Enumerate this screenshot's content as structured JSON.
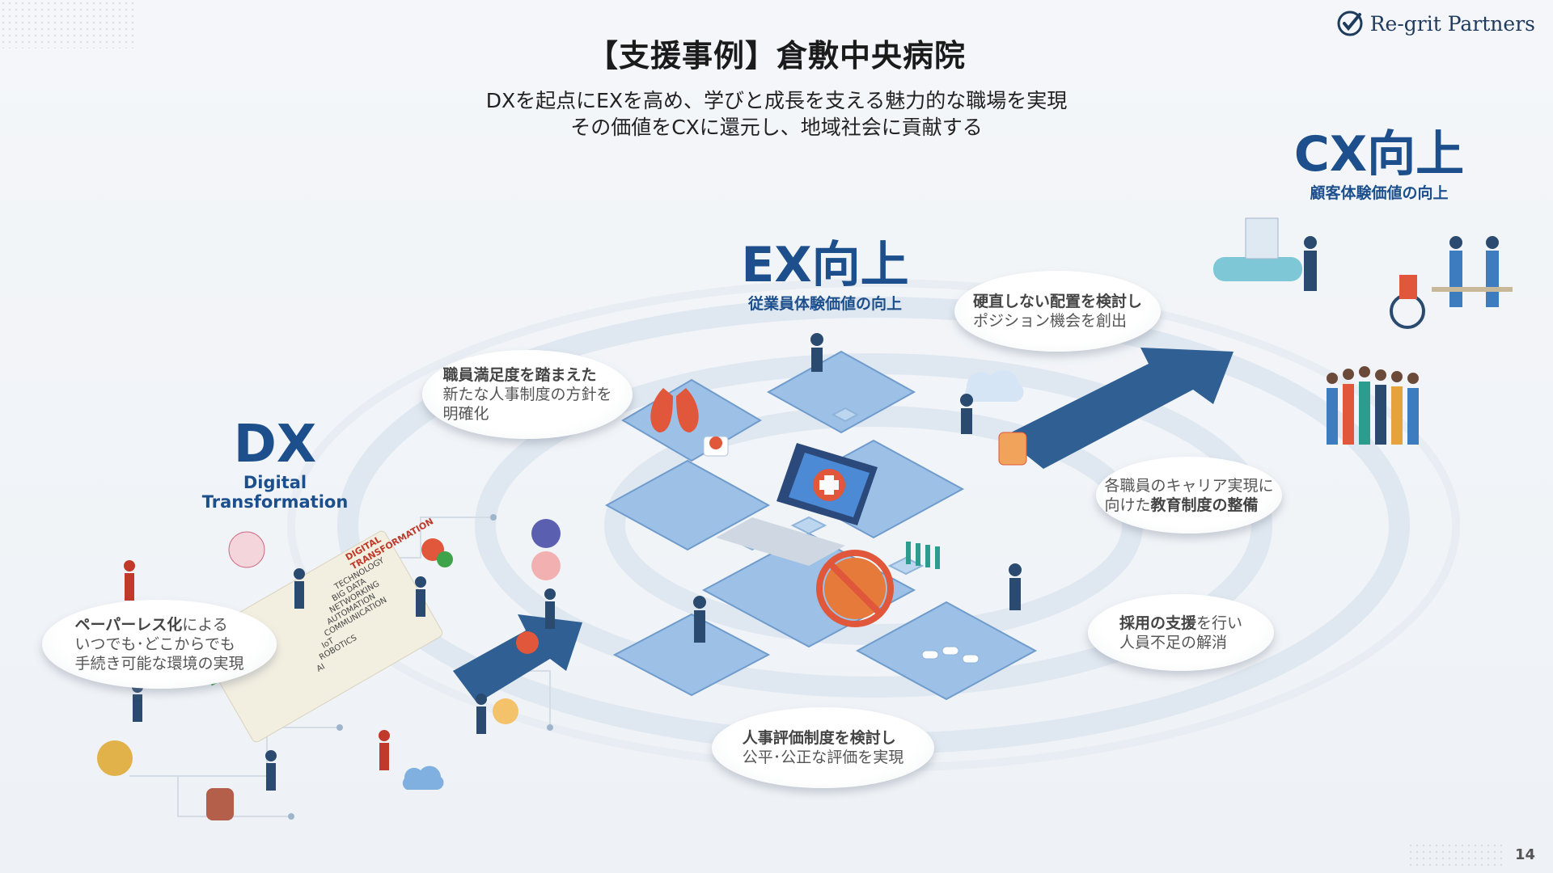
{
  "header": {
    "title": "【支援事例】倉敷中央病院",
    "subtitle_line1": "DXを起点にEXを高め、学びと成長を支える魅力的な職場を実現",
    "subtitle_line2": "その価値をCXに還元し、地域社会に貢献する"
  },
  "logo": {
    "text": "Re-grit Partners",
    "icon": "check-circle-icon"
  },
  "sections": {
    "dx": {
      "title": "DX",
      "subtitle": "Digital Transformation"
    },
    "ex": {
      "title": "EX向上",
      "subtitle": "従業員体験価値の向上"
    },
    "cx": {
      "title": "CX向上",
      "subtitle": "顧客体験価値の向上"
    }
  },
  "bubbles": [
    {
      "id": "paperless",
      "line1_bold": "ペーパーレス化",
      "line1_rest": "による",
      "line2": "いつでも･どこからでも",
      "line3": "手続き可能な環境の実現"
    },
    {
      "id": "satisfaction",
      "line1_bold": "職員満足度を踏まえた",
      "line2": "新たな人事制度の方針を",
      "line3": "明確化"
    },
    {
      "id": "placement",
      "line1_bold": "硬直しない配置を検討し",
      "line2": "ポジション機会を創出"
    },
    {
      "id": "career",
      "line1": "各職員のキャリア実現に",
      "line2_rest": "向けた",
      "line2_bold": "教育制度の整備"
    },
    {
      "id": "hiring",
      "line1_bold": "採用の支援",
      "line1_rest": "を行い",
      "line2": "人員不足の解消"
    },
    {
      "id": "evaluation",
      "line1_bold": "人事評価制度を検討し",
      "line2": "公平･公正な評価を実現"
    }
  ],
  "dx_card": {
    "title": "DIGITAL TRANSFORMATION",
    "items": [
      "TECHNOLOGY",
      "BIG DATA",
      "NETWORKING",
      "AUTOMATION",
      "COMMUNICATION",
      "IoT",
      "ROBOTICS",
      "AI"
    ]
  },
  "colors": {
    "brand_blue": "#1c4f8c",
    "arrow_blue": "#2f5f93",
    "tile_blue": "#9cc0e6",
    "accent_red": "#e0573b"
  },
  "page_number": "14"
}
